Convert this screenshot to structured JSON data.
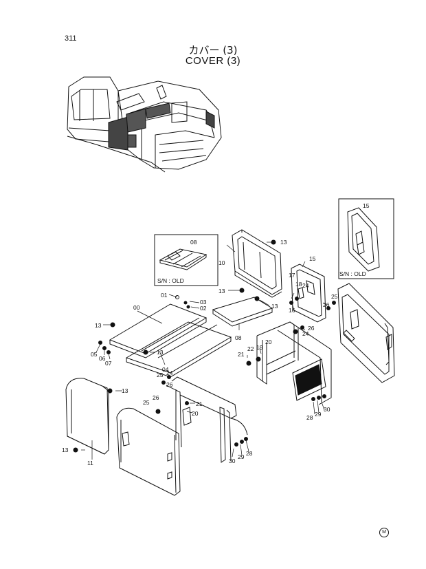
{
  "page": {
    "number": "311",
    "title_jp": "カバー (3)",
    "title_en": "COVER (3)",
    "mark": "M"
  },
  "insets": {
    "left": {
      "part": "08",
      "note": "S/N : OLD"
    },
    "right": {
      "part": "15",
      "note": "S/N : OLD"
    }
  },
  "callouts": {
    "c00": "00",
    "c01": "01",
    "c02": "02",
    "c03": "03",
    "c04": "04",
    "c05": "05",
    "c06": "06",
    "c07": "07",
    "c08": "08",
    "c10": "10",
    "c11": "11",
    "c13a": "13",
    "c13b": "13",
    "c13c": "13",
    "c13d": "13",
    "c13e": "13",
    "c13f": "13",
    "c13g": "13",
    "c15": "15",
    "c16": "16",
    "c17": "17",
    "c18": "18",
    "c19": "19",
    "c20a": "20",
    "c20b": "20",
    "c21a": "21",
    "c21b": "21",
    "c22": "22",
    "c24a": "24",
    "c24b": "24",
    "c24c": "24",
    "c25a": "25",
    "c25b": "25",
    "c25c": "25",
    "c26a": "26",
    "c26b": "26",
    "c26c": "26",
    "c26d": "26",
    "c28a": "28",
    "c28b": "28",
    "c29a": "29",
    "c29b": "29",
    "c30a": "30",
    "c30b": "30"
  }
}
